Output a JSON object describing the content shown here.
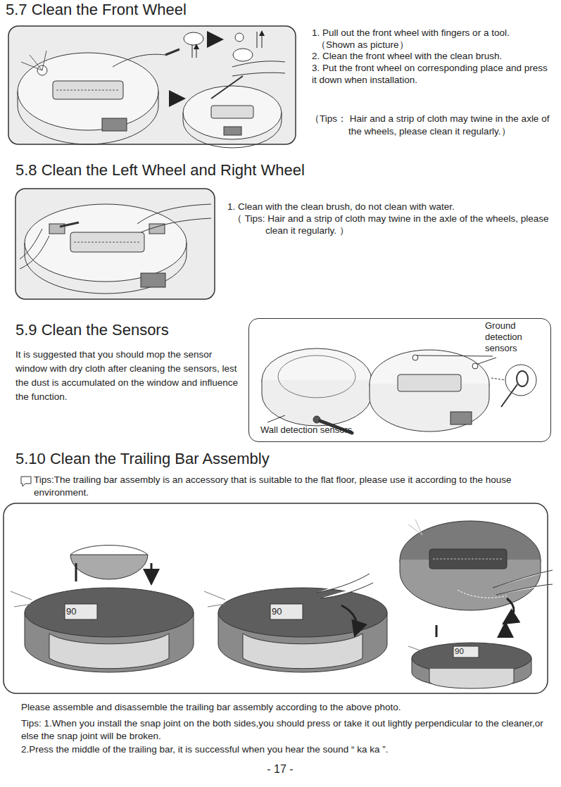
{
  "diagram": {
    "nodes": [
      {
        "text": [
          "Ground detection sensors",
          "Wall detection sensors"
        ]
      }
    ],
    "labels": [
      "5.7 Clean the Front Wheel",
      "1. Pull out the front wheel with fingers or a tool. （Shown as picture）",
      "2. Clean the front wheel with the clean brush.",
      "3. Put the front wheel on corresponding place and press it down when installation.",
      "（Tips： Hair and a strip of cloth may twine in the axle of the wheels, please clean it regularly.）",
      "5.8 Clean the Left Wheel and Right Wheel",
      "1. Clean with the clean brush, do not clean with water.",
      "（ Tips: Hair and a strip of cloth may twine in the axle of the wheels, please clean it regularly. ）",
      "5.9 Clean the Sensors",
      "It is suggested that you should mop the sensor window with dry cloth after cleaning the sensors, lest the dust is accumulated on the window and influence the function.",
      "5.10 Clean the Trailing Bar Assembly",
      "Tips:The trailing bar assembly is an accessory that is suitable to the flat floor, please use it according to the house environment.",
      "90",
      "90",
      "90",
      "Please assemble and disassemble the trailing bar assembly according to the above photo.",
      "Tips: 1.When you install the snap joint on the both sides,you should press or take it out lightly perpendicular to the cleaner,or else the snap joint will be broken.",
      "2.Press the middle of the trailing bar, it is successful when you hear the sound “ ka ka ”.",
      "- 17 -"
    ]
  }
}
